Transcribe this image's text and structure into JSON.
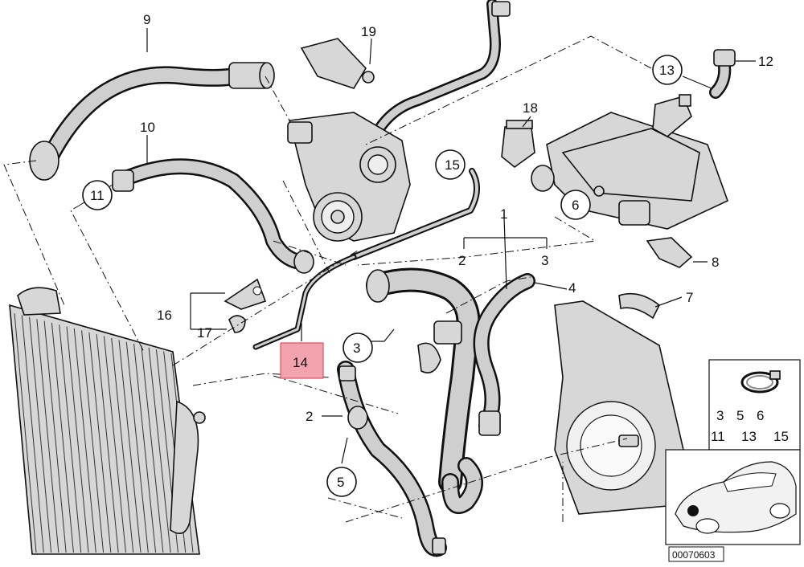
{
  "callouts": {
    "c1": "1",
    "c2a": "2",
    "c2b": "2",
    "c3a": "3",
    "c3b": "3",
    "c4": "4",
    "c5": "5",
    "c6": "6",
    "c7": "7",
    "c8": "8",
    "c9": "9",
    "c10": "10",
    "c11": "11",
    "c12": "12",
    "c13": "13",
    "c14": "14",
    "c15": "15",
    "c16": "16",
    "c17": "17",
    "c18": "18",
    "c19": "19"
  },
  "inset": {
    "row1": [
      "3",
      "5",
      "6"
    ],
    "row2": [
      "11",
      "13",
      "15"
    ]
  },
  "diagram_number": "00070603",
  "colors": {
    "highlight_fill": "#f3a3ad",
    "highlight_border": "#e0505f",
    "line": "#111111",
    "part_fill": "#d7d7d7"
  }
}
